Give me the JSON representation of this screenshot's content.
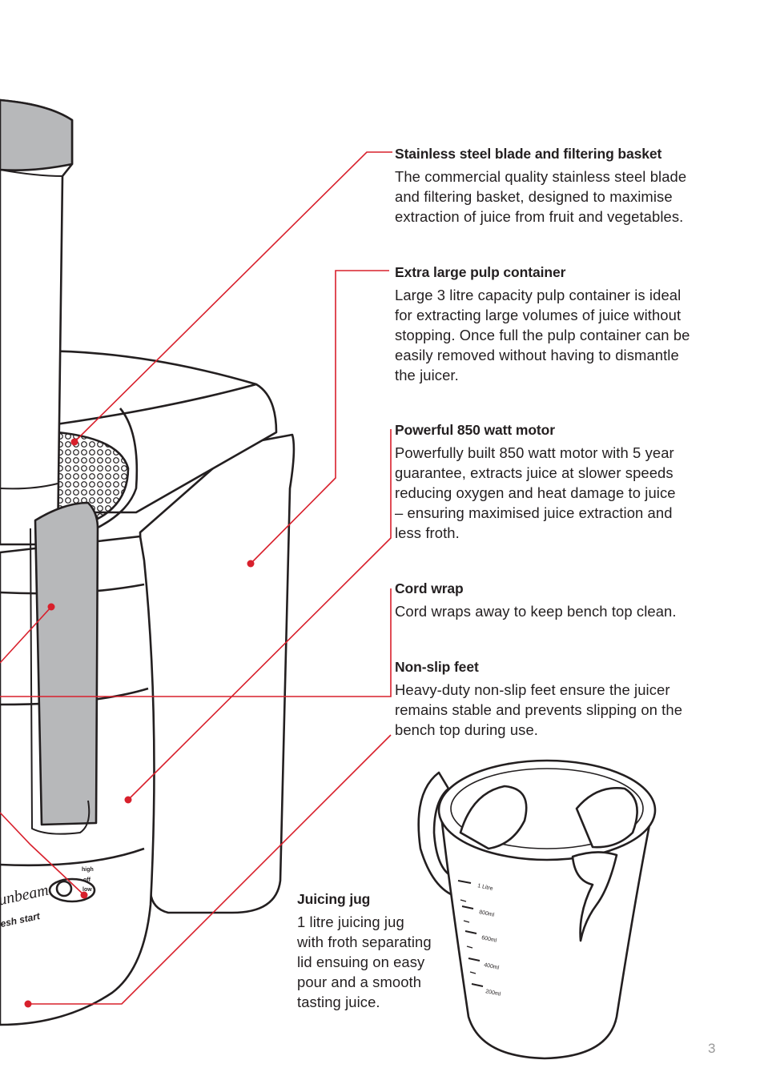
{
  "features": [
    {
      "id": "blade",
      "title": "Stainless steel blade and filtering basket",
      "lines": [
        "The commercial quality stainless steel blade",
        "and filtering basket, designed to maximise",
        "extraction of juice from fruit and vegetables."
      ]
    },
    {
      "id": "pulp",
      "title": "Extra large pulp container",
      "lines": [
        "Large 3 litre capacity pulp container is ideal",
        "for extracting large volumes of juice without",
        "stopping. Once full the pulp container can be",
        "easily removed without having to dismantle",
        "the juicer."
      ]
    },
    {
      "id": "motor",
      "title": "Powerful 850 watt motor",
      "lines": [
        "Powerfully built 850 watt motor with 5 year",
        "guarantee, extracts juice at slower speeds",
        "reducing oxygen and heat damage to juice",
        "– ensuring maximised juice extraction and",
        "less froth."
      ]
    },
    {
      "id": "cord",
      "title": "Cord wrap",
      "lines": [
        "Cord wraps away to keep bench top clean."
      ]
    },
    {
      "id": "feet",
      "title": "Non-slip feet",
      "lines": [
        "Heavy-duty non-slip feet ensure the juicer",
        "remains stable and prevents slipping on the",
        "bench top during use."
      ]
    },
    {
      "id": "jug",
      "title": "Juicing jug",
      "lines": [
        "1 litre juicing jug",
        "with froth separating",
        "lid ensuing on easy",
        "pour and a smooth",
        "tasting juice."
      ]
    }
  ],
  "juicer_labels": {
    "brand": "unbeam",
    "tagline": "esh start",
    "high": "high",
    "off": "off",
    "low": "low"
  },
  "jug_scale": [
    "1 Litre",
    "800ml",
    "600ml",
    "400ml",
    "200ml"
  ],
  "page_number": "3",
  "colors": {
    "callout": "#d8202c",
    "text": "#231f20",
    "fill_gray": "#b7b8ba"
  }
}
